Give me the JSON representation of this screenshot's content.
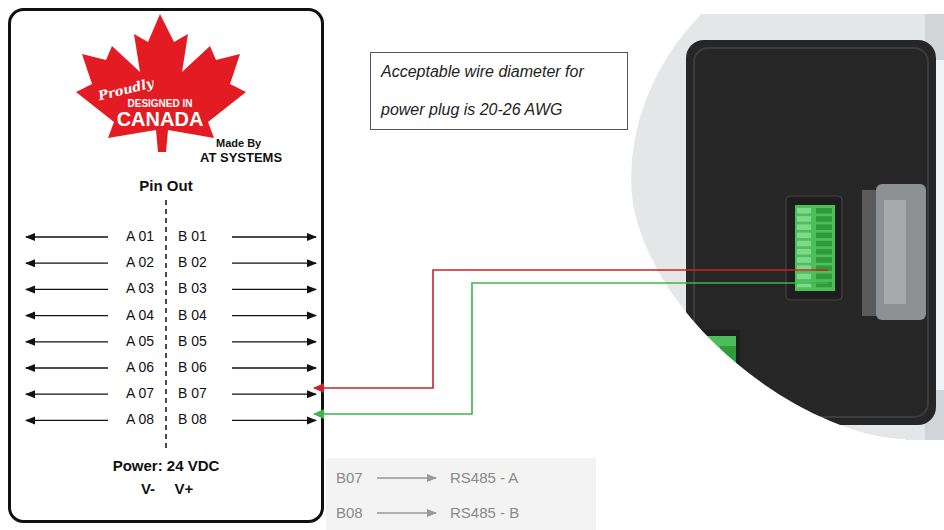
{
  "diagram": {
    "nodes": [
      {
        "text": [
          "Proudly",
          "DESIGNED IN",
          "CANADA",
          "Made By",
          "AT SYSTEMS",
          "Pin Out",
          "A 01",
          "B 01",
          "A 02",
          "B 02",
          "A 03",
          "B 03",
          "A 04",
          "B 04",
          "A 05",
          "B 05",
          "A 06",
          "B 06",
          "A 07",
          "B 07",
          "A 08",
          "B 08",
          "Power: 24 VDC",
          "V-",
          "V+"
        ]
      },
      {
        "text": [
          "Acceptable wire diameter for power plug is 20-26 AWG"
        ]
      },
      {
        "text": [
          "B07",
          "RS485 - A",
          "B08",
          "RS485 - B"
        ]
      }
    ]
  }
}
